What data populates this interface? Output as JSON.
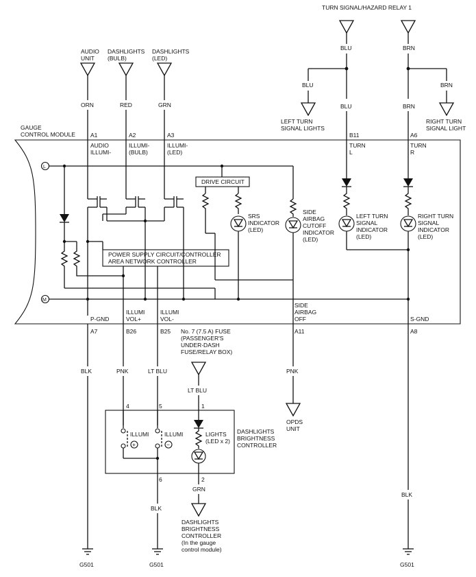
{
  "relay": {
    "title": "TURN SIGNAL/HAZARD RELAY 1"
  },
  "top_sources": [
    {
      "lines": [
        "AUDIO",
        "UNIT"
      ]
    },
    {
      "lines": [
        "DASHLIGHTS",
        "(BULB)"
      ]
    },
    {
      "lines": [
        "DASHLIGHTS",
        "(LED)"
      ]
    }
  ],
  "wires": {
    "orn": "ORN",
    "red": "RED",
    "grn_a3": "GRN",
    "blu_top": "BLU",
    "brn_top": "BRN",
    "blu_branch": "BLU",
    "blu_down": "BLU",
    "brn_branch": "BRN",
    "brn_down": "BRN",
    "blk_a7": "BLK",
    "pnk_b26": "PNK",
    "ltblu_b25": "LT BLU",
    "pnk_a11": "PNK",
    "ltblu_fuse": "LT BLU",
    "blk_6": "BLK",
    "grn_2": "GRN",
    "blk_a8": "BLK"
  },
  "turn_lights": {
    "left": [
      "LEFT TURN",
      "SIGNAL LIGHTS"
    ],
    "right": [
      "RIGHT TURN",
      "SIGNAL LIGHT"
    ]
  },
  "module": {
    "title": [
      "GAUGE",
      "CONTROL MODULE"
    ],
    "terminal_l": "L",
    "terminal_m": "M",
    "top_pins": [
      {
        "pin": "A1",
        "name": [
          "AUDIO",
          "ILLUMI-"
        ]
      },
      {
        "pin": "A2",
        "name": [
          "ILLUMI-",
          "(BULB)"
        ]
      },
      {
        "pin": "A3",
        "name": [
          "ILLUMI-",
          "(LED)"
        ]
      },
      {
        "pin": "B11",
        "name": [
          "TURN",
          "L"
        ]
      },
      {
        "pin": "A6",
        "name": [
          "TURN",
          "R"
        ]
      }
    ],
    "drive_circuit": "DRIVE CIRCUIT",
    "power_supply": [
      "POWER SUPPLY CIRCUIT/CONTROLLER",
      "AREA NETWORK CONTROLLER"
    ],
    "indicators": [
      [
        "SRS",
        "INDICATOR",
        "(LED)"
      ],
      [
        "SIDE",
        "AIRBAG",
        "CUTOFF",
        "INDICATOR",
        "(LED)"
      ],
      [
        "LEFT TURN",
        "SIGNAL",
        "INDICATOR",
        "(LED)"
      ],
      [
        "RIGHT TURN",
        "SIGNAL",
        "INDICATOR",
        "(LED)"
      ]
    ],
    "bottom_pins": [
      {
        "pin": "A7",
        "name": [
          "P-GND"
        ]
      },
      {
        "pin": "B26",
        "name": [
          "ILLUMI",
          "VOL+"
        ]
      },
      {
        "pin": "B25",
        "name": [
          "ILLUMI",
          "VOL-"
        ]
      },
      {
        "pin": "A11",
        "name": [
          "SIDE",
          "AIRBAG",
          "OFF"
        ]
      },
      {
        "pin": "A8",
        "name": [
          "S-GND"
        ]
      }
    ]
  },
  "fuse": [
    "No. 7 (7.5 A) FUSE",
    "(PASSENGER'S",
    "UNDER-DASH",
    "FUSE/RELAY BOX)"
  ],
  "controller": {
    "title": [
      "DASHLIGHTS",
      "BRIGHTNESS",
      "CONTROLLER"
    ],
    "pins": [
      "4",
      "5",
      "1",
      "6",
      "2"
    ],
    "switch_plus": "ILLUMI",
    "switch_minus": "ILLUMI",
    "plus_sign": "+",
    "minus_sign": "−",
    "lights": [
      "LIGHTS",
      "(LED x 2)"
    ]
  },
  "opds": [
    "OPDS",
    "UNIT"
  ],
  "bottom_controller": [
    "DASHLIGHTS",
    "BRIGHTNESS",
    "CONTROLLER",
    "(In the gauge",
    "control module)"
  ],
  "grounds": [
    "G501",
    "G501",
    "G501"
  ]
}
